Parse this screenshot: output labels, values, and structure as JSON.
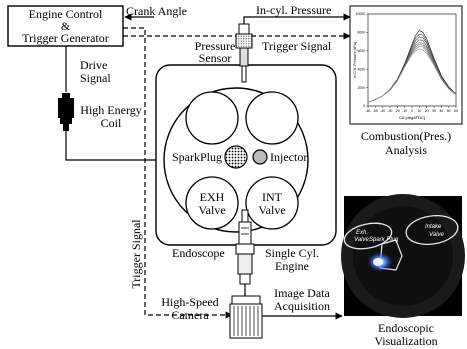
{
  "controller": {
    "line1": "Engine Control",
    "line2": "&",
    "line3": "Trigger Generator"
  },
  "labels": {
    "crank_angle": "Crank Angle",
    "in_cyl_pressure": "In-cyl. Pressure",
    "trigger_signal_top": "Trigger Signal",
    "pressure_sensor_l1": "Pressure",
    "pressure_sensor_l2": "Sensor",
    "drive_signal_l1": "Drive",
    "drive_signal_l2": "Signal",
    "coil_l1": "High Energy",
    "coil_l2": "Coil",
    "trigger_signal_side": "Trigger Signal",
    "spark_plug": "SparkPlug",
    "injector": "Injector",
    "exh_valve_l1": "EXH",
    "exh_valve_l2": "Valve",
    "int_valve_l1": "INT",
    "int_valve_l2": "Valve",
    "endoscope": "Endoscope",
    "engine_l1": "Single Cyl.",
    "engine_l2": "Engine",
    "camera_l1": "High-Speed",
    "camera_l2": "Camera",
    "image_data_l1": "Image Data",
    "image_data_l2": "Acquisition"
  },
  "captions": {
    "combustion_l1": "Combustion(Pres.)",
    "combustion_l2": "Analysis",
    "endoscopic_l1": "Endoscopic",
    "endoscopic_l2": "Visualization"
  },
  "endoscope_image": {
    "exh_valve_l1": "Exh.",
    "exh_valve_l2": "Valve",
    "spark_plug": "Spark Plug",
    "intake_valve_l1": "Intake",
    "intake_valve_l2": "Valve"
  },
  "chart_data": {
    "type": "line",
    "title": "",
    "xlabel": "CA [degATDC]",
    "ylabel": "In-CYL Pressure [kPa]",
    "xlim": [
      -60,
      60
    ],
    "ylim": [
      0,
      10000
    ],
    "x_ticks": [
      -60,
      -50,
      -40,
      -30,
      -20,
      -10,
      0,
      10,
      20,
      30,
      40,
      50,
      60
    ],
    "y_ticks": [
      0,
      2000,
      4000,
      6000,
      8000,
      10000
    ],
    "grid": false,
    "x": [
      -60,
      -50,
      -40,
      -30,
      -20,
      -10,
      0,
      5,
      10,
      15,
      20,
      30,
      40,
      50,
      60
    ],
    "series": [
      {
        "values": [
          400,
          700,
          1100,
          1800,
          2900,
          4600,
          6700,
          7700,
          8200,
          8000,
          7300,
          5200,
          3300,
          2100,
          1300
        ]
      },
      {
        "values": [
          400,
          700,
          1100,
          1800,
          2900,
          4500,
          6500,
          7400,
          7800,
          7700,
          7000,
          5000,
          3200,
          2000,
          1300
        ]
      },
      {
        "values": [
          400,
          700,
          1100,
          1800,
          2850,
          4450,
          6300,
          7100,
          7500,
          7400,
          6800,
          4900,
          3150,
          2000,
          1300
        ]
      },
      {
        "values": [
          400,
          700,
          1100,
          1750,
          2800,
          4400,
          6100,
          6800,
          7200,
          7100,
          6500,
          4800,
          3100,
          1950,
          1250
        ]
      },
      {
        "values": [
          400,
          700,
          1100,
          1750,
          2800,
          4350,
          5900,
          6600,
          6900,
          6800,
          6300,
          4700,
          3050,
          1950,
          1250
        ]
      },
      {
        "values": [
          400,
          700,
          1100,
          1750,
          2750,
          4300,
          5800,
          6400,
          6700,
          6600,
          6100,
          4600,
          3000,
          1900,
          1250
        ]
      },
      {
        "values": [
          400,
          700,
          1100,
          1700,
          2750,
          4250,
          5700,
          6200,
          6500,
          6400,
          5900,
          4500,
          2950,
          1900,
          1200
        ]
      },
      {
        "values": [
          400,
          700,
          1100,
          1700,
          2700,
          4200,
          5600,
          6000,
          6200,
          6100,
          5700,
          4400,
          2900,
          1850,
          1200
        ]
      }
    ]
  }
}
